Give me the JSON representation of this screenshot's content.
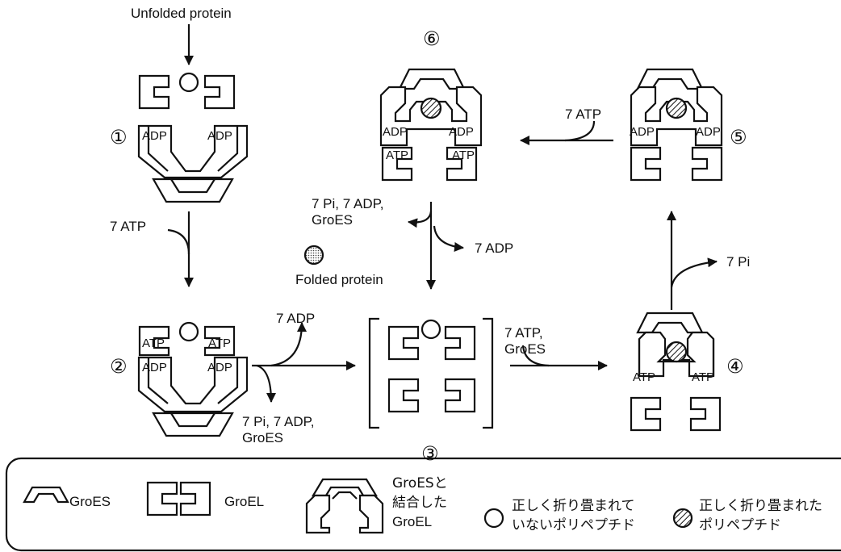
{
  "labels": {
    "unfolded_protein": "Unfolded protein",
    "folded_protein": "Folded protein",
    "step_1": "①",
    "step_2": "②",
    "step_3": "③",
    "step_4": "④",
    "step_5": "⑤",
    "step_6": "⑥",
    "adp": "ADP",
    "atp": "ATP",
    "seven_atp": "7 ATP",
    "seven_adp": "7 ADP",
    "seven_pi": "7 Pi",
    "seven_atp_groes_line1": "7 ATP,",
    "seven_atp_groes_line2": "GroES",
    "release_line1": "7 Pi, 7 ADP,",
    "release_line2": "GroES"
  },
  "legend": {
    "groes": "GroES",
    "groel": "GroEL",
    "bound_line1": "GroESと",
    "bound_line2": "結合した",
    "bound_line3": "GroEL",
    "unfolded_line1": "正しく折り畳まれて",
    "unfolded_line2": "いないポリペプチド",
    "folded_line1": "正しく折り畳まれた",
    "folded_line2": "ポリペプチド"
  }
}
